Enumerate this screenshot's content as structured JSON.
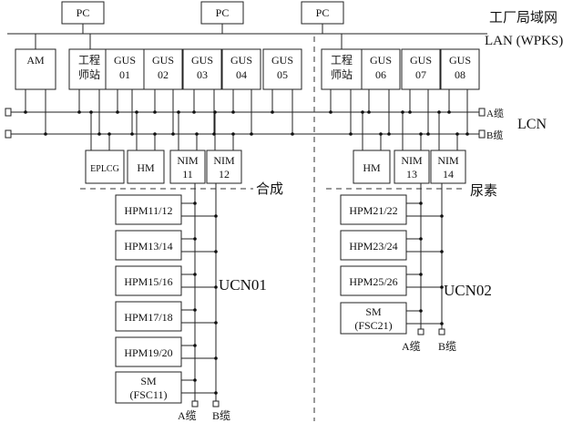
{
  "network": {
    "plant_lan_label": "工厂局域网",
    "lan_label": "LAN (WPKS)",
    "lcn_label": "LCN",
    "a_cable": "A缆",
    "b_cable": "B缆"
  },
  "pcs": [
    "PC",
    "PC",
    "PC"
  ],
  "left": {
    "top_nodes": [
      {
        "l1": "AM",
        "l2": ""
      },
      {
        "l1": "工程",
        "l2": "师站"
      },
      {
        "l1": "GUS",
        "l2": "01"
      },
      {
        "l1": "GUS",
        "l2": "02"
      },
      {
        "l1": "GUS",
        "l2": "03"
      },
      {
        "l1": "GUS",
        "l2": "04"
      },
      {
        "l1": "GUS",
        "l2": "05"
      }
    ],
    "bottom_nodes": [
      {
        "l1": "EPLCG",
        "l2": ""
      },
      {
        "l1": "HM",
        "l2": ""
      },
      {
        "l1": "NIM",
        "l2": "11"
      },
      {
        "l1": "NIM",
        "l2": "12"
      }
    ],
    "area_label": "合成",
    "ucn_label": "UCN01",
    "hpms": [
      {
        "l1": "HPM11/12",
        "l2": ""
      },
      {
        "l1": "HPM13/14",
        "l2": ""
      },
      {
        "l1": "HPM15/16",
        "l2": ""
      },
      {
        "l1": "HPM17/18",
        "l2": ""
      },
      {
        "l1": "HPM19/20",
        "l2": ""
      },
      {
        "l1": "SM",
        "l2": "(FSC11)"
      }
    ]
  },
  "right": {
    "top_nodes": [
      {
        "l1": "工程",
        "l2": "师站"
      },
      {
        "l1": "GUS",
        "l2": "06"
      },
      {
        "l1": "GUS",
        "l2": "07"
      },
      {
        "l1": "GUS",
        "l2": "08"
      }
    ],
    "bottom_nodes": [
      {
        "l1": "HM",
        "l2": ""
      },
      {
        "l1": "NIM",
        "l2": "13"
      },
      {
        "l1": "NIM",
        "l2": "14"
      }
    ],
    "area_label": "尿素",
    "ucn_label": "UCN02",
    "hpms": [
      {
        "l1": "HPM21/22",
        "l2": ""
      },
      {
        "l1": "HPM23/24",
        "l2": ""
      },
      {
        "l1": "HPM25/26",
        "l2": ""
      },
      {
        "l1": "SM",
        "l2": "(FSC21)"
      }
    ]
  }
}
